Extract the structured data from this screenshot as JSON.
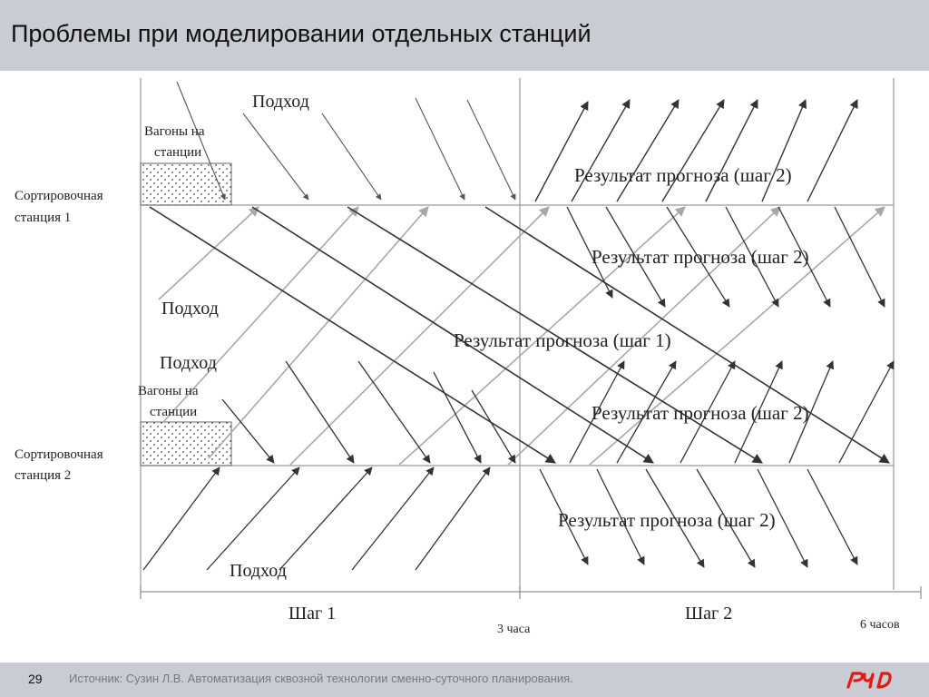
{
  "header": {
    "title": "Проблемы при моделировании отдельных станций"
  },
  "diagram": {
    "stations": [
      {
        "label_line1": "Сортировочная",
        "label_line2": "станция 1"
      },
      {
        "label_line1": "Сортировочная",
        "label_line2": "станция 2"
      }
    ],
    "wagons_label_line1": "Вагоны на",
    "wagons_label_line2": "станции",
    "approach_label": "Подход",
    "forecast_step1": "Результат прогноза (шаг 1)",
    "forecast_step2": "Результат прогноза (шаг 2)",
    "step1_label": "Шаг 1",
    "step2_label": "Шаг 2",
    "time_3h": "3 часа",
    "time_6h": "6 часов",
    "colors": {
      "dark_arrow": "#333333",
      "light_arrow": "#a8a8a8",
      "frame_line": "#999999"
    }
  },
  "footer": {
    "page_number": "29",
    "source": "Источник: Сузин Л.В. Автоматизация сквозной технологии сменно-суточного планирования.",
    "logo_text": "РЖД",
    "logo_color": "#e21a1a"
  }
}
